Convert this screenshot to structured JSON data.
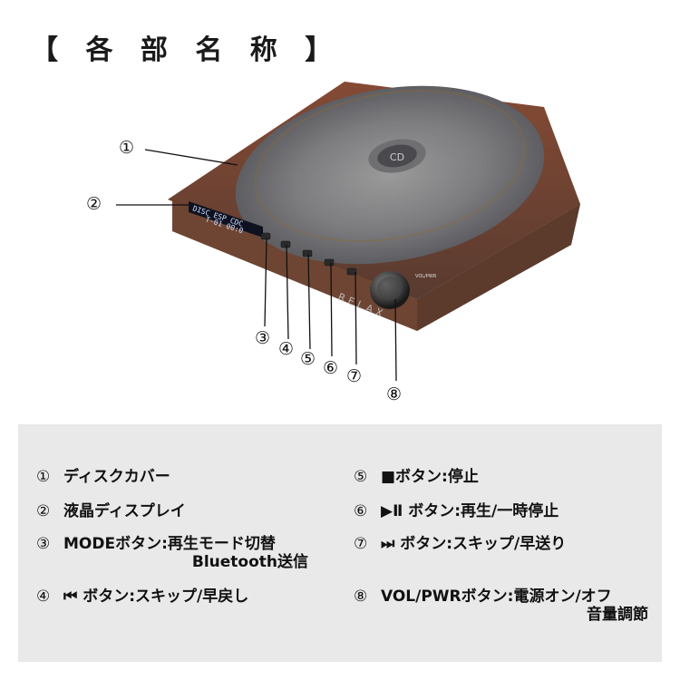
{
  "heading": "【 各 部 名 称 】",
  "callouts": [
    "①",
    "②",
    "③",
    "④",
    "⑤",
    "⑥",
    "⑦",
    "⑧"
  ],
  "device": {
    "brand": "RELAX",
    "vol_label": "VOL/PWR",
    "disc_label": "CD",
    "lcd_line1": "DISC  ESP CDC",
    "lcd_line2": "T-01  00:0"
  },
  "legend": {
    "item1": {
      "num": "①",
      "text": "ディスクカバー"
    },
    "item2": {
      "num": "②",
      "text": "液晶ディスプレイ"
    },
    "item3": {
      "num": "③",
      "text": "MODEボタン:再生モード切替",
      "cont": "Bluetooth送信"
    },
    "item4": {
      "num": "④",
      "text": "⏮ ボタン:スキップ/早戻し"
    },
    "item5": {
      "num": "⑤",
      "text": "■ボタン:停止"
    },
    "item6": {
      "num": "⑥",
      "text": "▶Ⅱ ボタン:再生/一時停止"
    },
    "item7": {
      "num": "⑦",
      "text": "⏭ ボタン:スキップ/早送り"
    },
    "item8": {
      "num": "⑧",
      "text": "VOL/PWRボタン:電源オン/オフ",
      "cont": "音量調節"
    }
  }
}
